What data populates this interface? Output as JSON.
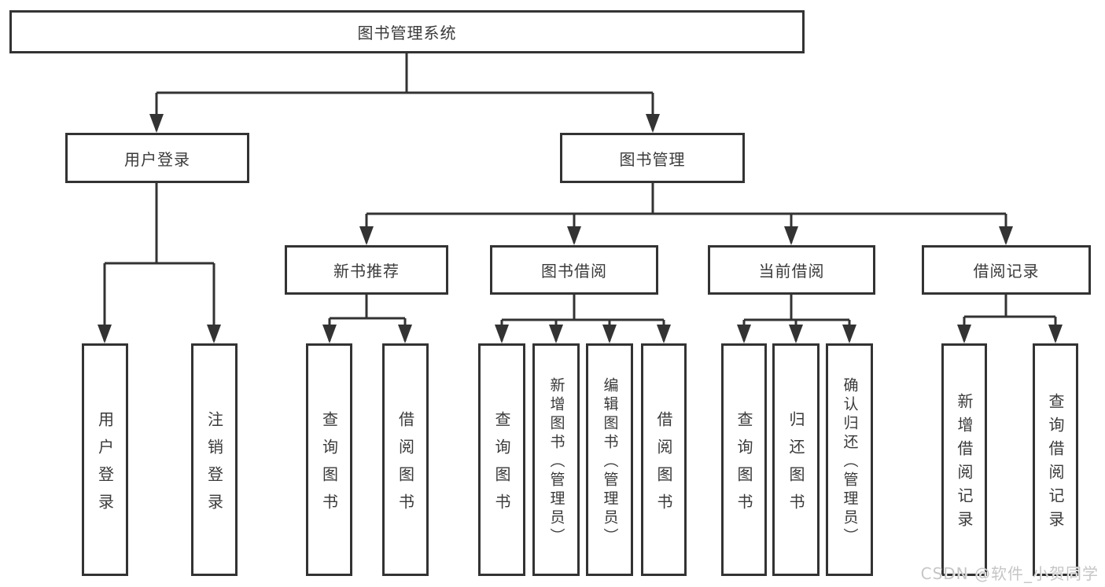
{
  "tree": {
    "label": "图书管理系统",
    "children": [
      {
        "label": "用户登录",
        "children": [
          {
            "label": "用户登录"
          },
          {
            "label": "注销登录"
          }
        ]
      },
      {
        "label": "图书管理",
        "children": [
          {
            "label": "新书推荐",
            "children": [
              {
                "label": "查询图书"
              },
              {
                "label": "借阅图书"
              }
            ]
          },
          {
            "label": "图书借阅",
            "children": [
              {
                "label": "查询图书"
              },
              {
                "label": "新增图书（管理员）"
              },
              {
                "label": "编辑图书（管理员）"
              },
              {
                "label": "借阅图书"
              }
            ]
          },
          {
            "label": "当前借阅",
            "children": [
              {
                "label": "查询图书"
              },
              {
                "label": "归还图书"
              },
              {
                "label": "确认归还（管理员）"
              }
            ]
          },
          {
            "label": "借阅记录",
            "children": [
              {
                "label": "新增借阅记录"
              },
              {
                "label": "查询借阅记录"
              }
            ]
          }
        ]
      }
    ]
  },
  "watermark": {
    "text": "CSDN @软件_小贺同学"
  },
  "colors": {
    "box_border": "#333333",
    "box_text": "#3a3a3a",
    "connector": "#333333",
    "background": "#ffffff",
    "watermark_text": "#c6c6c6"
  }
}
